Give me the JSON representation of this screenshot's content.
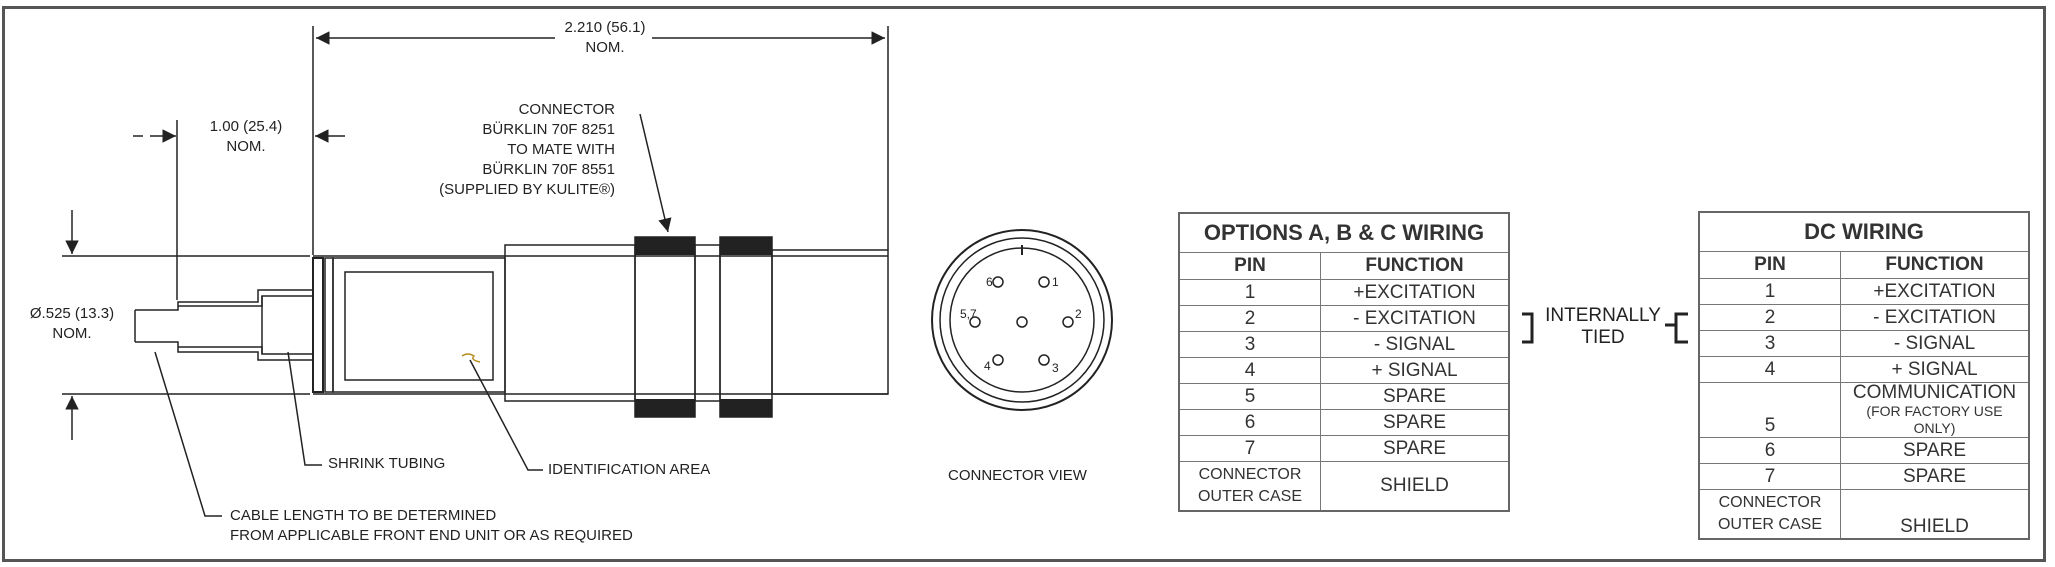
{
  "drawing": {
    "dim_overall": "2.210 (56.1)",
    "dim_overall_nom": "NOM.",
    "dim_stub": "1.00 (25.4)",
    "dim_stub_nom": "NOM.",
    "dim_diameter": "Ø.525 (13.3)",
    "dim_diameter_nom": "NOM.",
    "connector_note": [
      "CONNECTOR",
      "BÜRKLIN 70F 8251",
      "TO MATE WITH",
      "BÜRKLIN 70F 8551",
      "(SUPPLIED BY KULITE®)"
    ],
    "shrink_tubing": "SHRINK TUBING",
    "identification_area": "IDENTIFICATION AREA",
    "cable_note": [
      "CABLE LENGTH TO BE DETERMINED",
      "FROM APPLICABLE FRONT END UNIT OR AS REQUIRED"
    ],
    "connector_view": "CONNECTOR VIEW",
    "pin_labels": [
      "6",
      "1",
      "5,7",
      "2",
      "4",
      "3"
    ],
    "tied_note": [
      "INTERNALLY",
      "TIED"
    ]
  },
  "table_a": {
    "title": "OPTIONS A, B & C WIRING",
    "headers": [
      "PIN",
      "FUNCTION"
    ],
    "rows": [
      [
        "1",
        "+EXCITATION"
      ],
      [
        "2",
        "- EXCITATION"
      ],
      [
        "3",
        "- SIGNAL"
      ],
      [
        "4",
        "+ SIGNAL"
      ],
      [
        "5",
        "SPARE"
      ],
      [
        "6",
        "SPARE"
      ],
      [
        "7",
        "SPARE"
      ]
    ],
    "last_row": [
      "CONNECTOR OUTER CASE",
      "SHIELD"
    ]
  },
  "table_dc": {
    "title": "DC WIRING",
    "headers": [
      "PIN",
      "FUNCTION"
    ],
    "rows": [
      [
        "1",
        "+EXCITATION"
      ],
      [
        "2",
        "- EXCITATION"
      ],
      [
        "3",
        "- SIGNAL"
      ],
      [
        "4",
        "+ SIGNAL"
      ]
    ],
    "row5": [
      "5",
      "COMMUNICATION",
      "(FOR FACTORY USE ONLY)"
    ],
    "rows_after": [
      [
        "6",
        "SPARE"
      ],
      [
        "7",
        "SPARE"
      ]
    ],
    "last_row": [
      "CONNECTOR OUTER CASE",
      "SHIELD"
    ]
  }
}
